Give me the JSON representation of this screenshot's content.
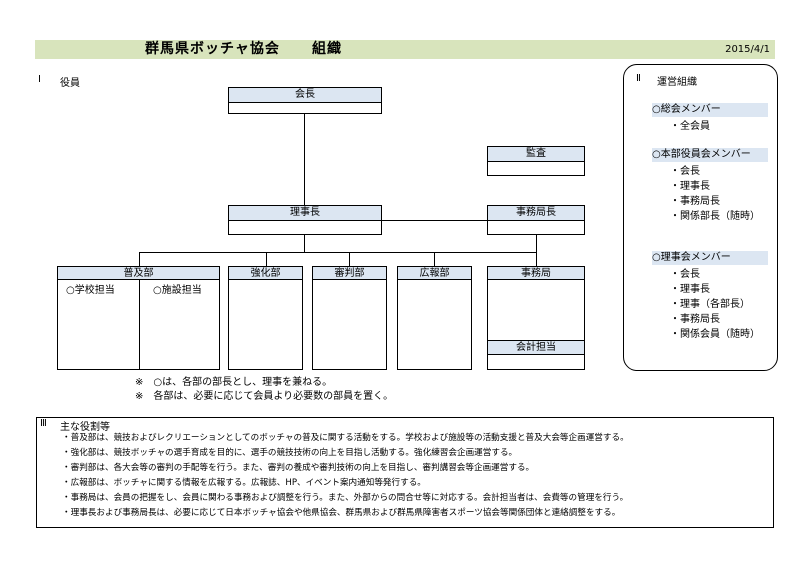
{
  "header": {
    "title": "群馬県ボッチャ協会",
    "title_suffix": "組織",
    "date": "2015/4/1"
  },
  "section1": {
    "numeral": "Ⅰ",
    "label": "役員"
  },
  "org": {
    "kaicho": "会長",
    "kansa": "監査",
    "rijicho": "理事長",
    "jimukyokucho": "事務局長",
    "fukyubu": "普及部",
    "gakko": "○学校担当",
    "shisetsu": "○施設担当",
    "kyokabu": "強化部",
    "shinpanbu": "審判部",
    "kohobu": "広報部",
    "jimukyoku": "事務局",
    "kaikei": "会計担当"
  },
  "notes": [
    "※　○は、各部の部長とし、理事を兼ねる。",
    "※　各部は、必要に応じて会員より必要数の部員を置く。"
  ],
  "section2": {
    "numeral": "Ⅱ",
    "label": "運営組織",
    "groups": [
      {
        "title": "○総会メンバー",
        "items": [
          "・全会員"
        ]
      },
      {
        "title": "○本部役員会メンバー",
        "items": [
          "・会長",
          "・理事長",
          "・事務局長",
          "・関係部長（随時）"
        ]
      },
      {
        "title": "○理事会メンバー",
        "items": [
          "・会長",
          "・理事長",
          "・理事（各部長）",
          "・事務局長",
          "・関係会員（随時）"
        ]
      }
    ]
  },
  "section3": {
    "numeral": "Ⅲ",
    "label": "主な役割等",
    "lines": [
      "・普及部は、競技およびレクリエーションとしてのボッチャの普及に関する活動をする。学校および施設等の活動支援と普及大会等企画運営する。",
      "・強化部は、競技ボッチャの選手育成を目的に、選手の競技技術の向上を目指し活動する。強化練習会企画運営する。",
      "・審判部は、各大会等の審判の手配等を行う。また、審判の養成や審判技術の向上を目指し、審判講習会等企画運営する。",
      "・広報部は、ボッチャに関する情報を広報する。広報誌、HP、イベント案内通知等発行する。",
      "・事務局は、会員の把握をし、会員に関わる事務および調整を行う。また、外部からの問合せ等に対応する。会計担当者は、会費等の管理を行う。",
      "・理事長および事務局長は、必要に応じて日本ボッチャ協会や他県協会、群馬県および群馬県障害者スポーツ協会等関係団体と連絡調整をする。"
    ]
  }
}
